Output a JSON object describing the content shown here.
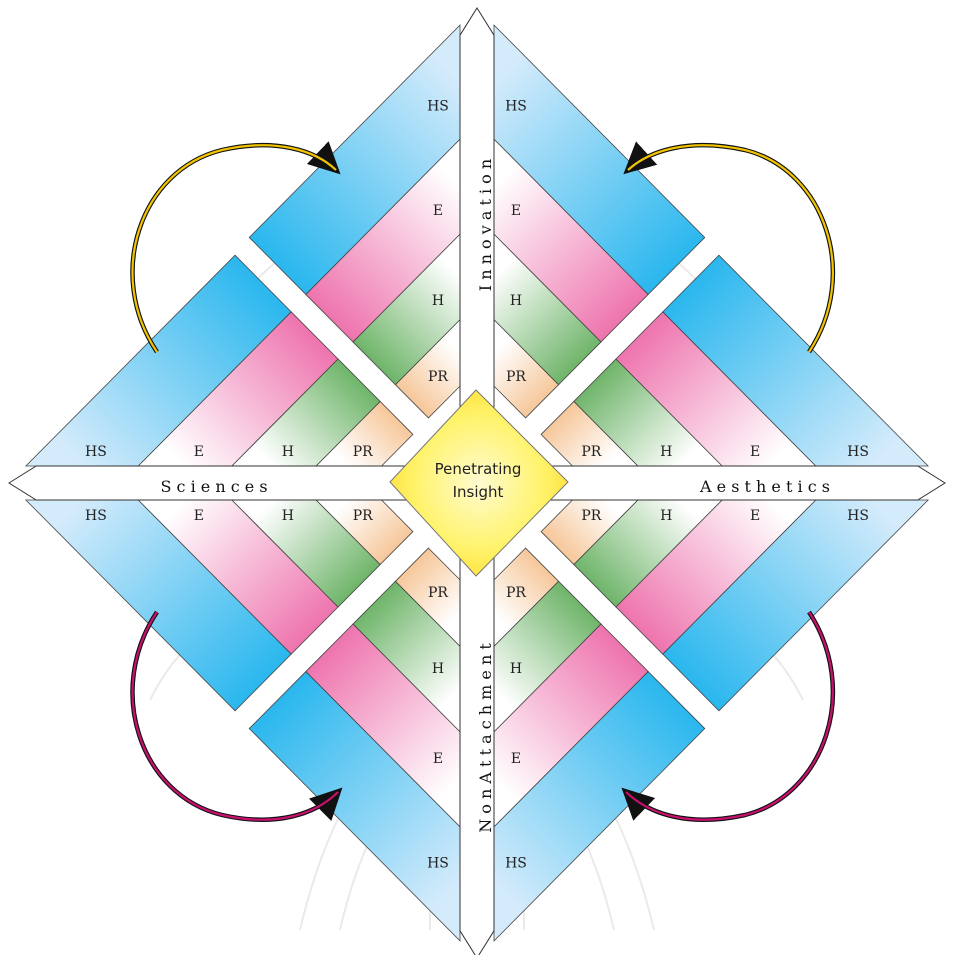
{
  "center": {
    "line1": "Penetrating",
    "line2": "Insight"
  },
  "axes": {
    "top": "I n n o v a t i o n",
    "bottom": "N o n   A t t a c h m e n t",
    "left": "S c i e n c e s",
    "right": "A e s t h e t i c s"
  },
  "bands": [
    {
      "key": "PR",
      "label": "PR",
      "color_outer": "#ffffff",
      "color_inner": "#f6c79a"
    },
    {
      "key": "H",
      "label": "H",
      "color_outer": "#ffffff",
      "color_inner": "#6fb56a"
    },
    {
      "key": "E",
      "label": "E",
      "color_outer": "#ffffff",
      "color_inner": "#ee74ae"
    },
    {
      "key": "HS",
      "label": "HS",
      "color_outer": "#d4ebfb",
      "color_inner": "#2ab7ee"
    }
  ],
  "colors": {
    "center_fill": "#fff36b",
    "center_glow": "#ffd92a",
    "arrow_top": "#f2c400",
    "arrow_bottom": "#c8106e",
    "outline": "#333333",
    "watermark": "#d9d9d9"
  }
}
